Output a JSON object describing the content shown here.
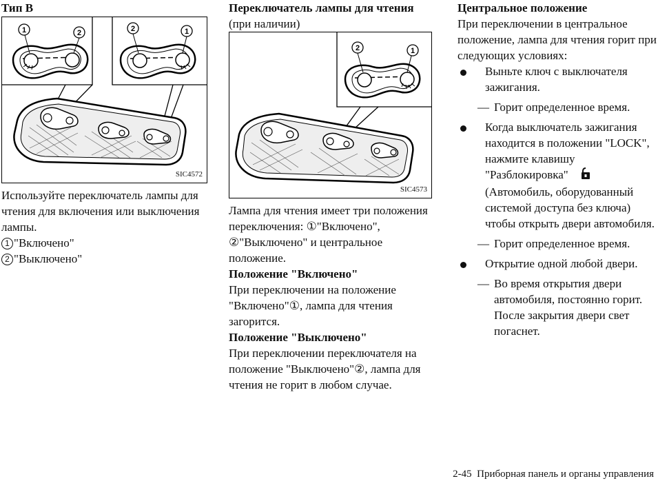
{
  "col1": {
    "heading": "Тип B",
    "figure_code": "SIC4572",
    "callouts": [
      "1",
      "2",
      "2",
      "1"
    ],
    "text": "Используйте переключатель лампы для чтения для включения или выключения лампы.",
    "items": [
      {
        "num": "1",
        "label": "\"Включено\""
      },
      {
        "num": "2",
        "label": "\"Выключено\""
      }
    ]
  },
  "col2": {
    "heading_bold": "Переключатель лампы для чтения",
    "heading_normal": " (при наличии)",
    "figure_code": "SIC4573",
    "callouts": [
      "2",
      "1"
    ],
    "intro": "Лампа для чтения имеет три положения переключения: ①\"Включено\", ②\"Выключено\" и центральное положение.",
    "on_heading": "Положение \"Включено\"",
    "on_text": "При переключении на положение \"Включено\"①, лампа для чтения загорится.",
    "off_heading": "Положение \"Выключено\"",
    "off_text": "При переключении переключателя на положение \"Выключено\"②, лампа для чтения не горит в любом случае."
  },
  "col3": {
    "heading": "Центральное положение",
    "intro": "При переключении в центральное положение, лампа для чтения горит при следующих условиях:",
    "b1": "Выньте ключ с выключателя зажигания.",
    "d1": "Горит определенное время.",
    "b2_text": "Когда выключатель зажигания находится в положении \"LOCK\", нажмите клавишу \"Разблокировка\"",
    "b2_icon": "unlock-icon",
    "b2_cont": "(Автомобиль, оборудованный системой доступа без ключа) чтобы открыть двери автомобиля.",
    "d2": "Горит определенное время.",
    "b3": "Открытие одной любой двери.",
    "d3": "Во время открытия двери автомобиля, постоянно горит. После закрытия двери свет погаснет.",
    "dash_mark": "—"
  },
  "footer": {
    "page": "2-45",
    "section": "Приборная панель и органы управления"
  }
}
